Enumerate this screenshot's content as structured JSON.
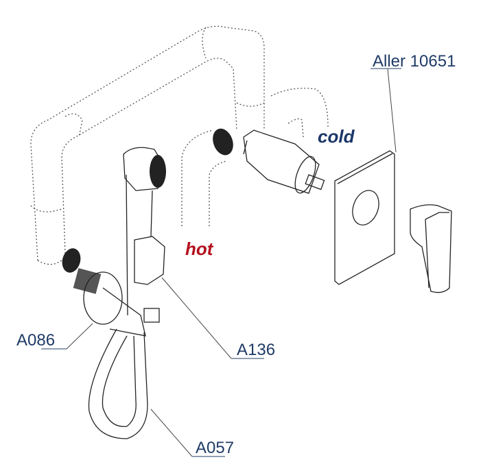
{
  "labels": {
    "product": "Aller 10651",
    "cold": "cold",
    "hot": "hot",
    "part_a086": "A086",
    "part_a136": "A136",
    "part_a057": "A057"
  },
  "colors": {
    "label_text": "#1f3b66",
    "cold_text": "#1a3768",
    "hot_text": "#b3101e"
  }
}
